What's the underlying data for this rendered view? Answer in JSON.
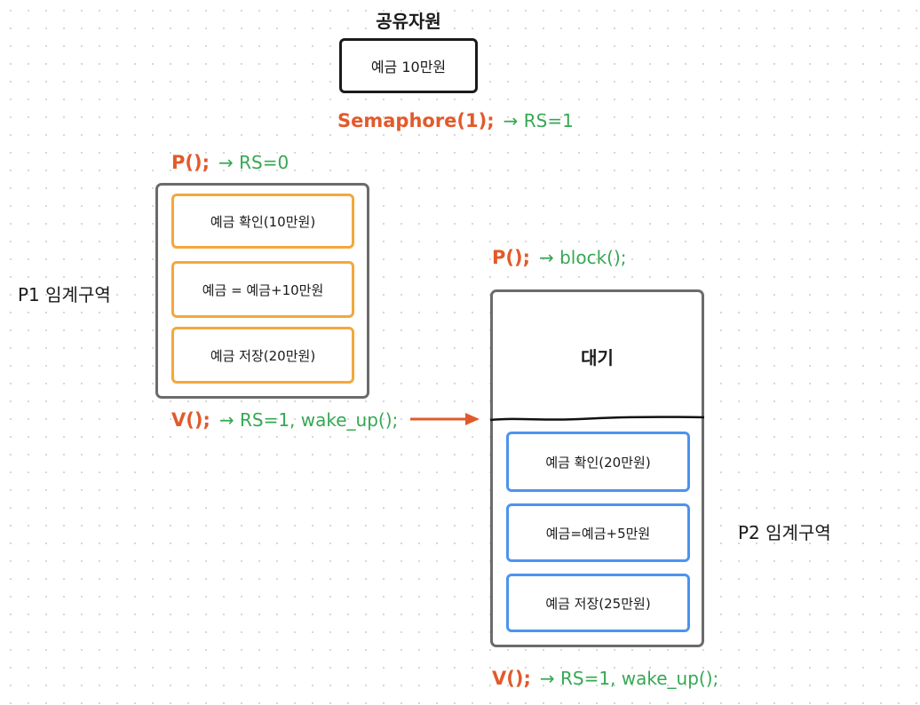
{
  "shared_resource": {
    "title": "공유자원",
    "balance_label": "예금 10만원"
  },
  "semaphore": {
    "call": "Semaphore(1);",
    "result": "→ RS=1"
  },
  "p1": {
    "region_label": "P1 임계구역",
    "enter_call": "P();",
    "enter_result": "→ RS=0",
    "steps": [
      "예금 확인(10만원)",
      "예금 = 예금+10만원",
      "예금 저장(20만원)"
    ],
    "exit_call": "V();",
    "exit_result": "→ RS=1, wake_up();"
  },
  "p2": {
    "region_label": "P2 임계구역",
    "enter_call": "P();",
    "enter_result": "→ block();",
    "wait_label": "대기",
    "steps": [
      "예금 확인(20만원)",
      "예금=예금+5만원",
      "예금 저장(25만원)"
    ],
    "exit_call": "V();",
    "exit_result": "→ RS=1, wake_up();"
  },
  "colors": {
    "operation": "#e25a2b",
    "note": "#35a853",
    "p1_step_border": "#f3a83c",
    "p2_step_border": "#4c94ee",
    "region_border": "#6b6b6b"
  }
}
